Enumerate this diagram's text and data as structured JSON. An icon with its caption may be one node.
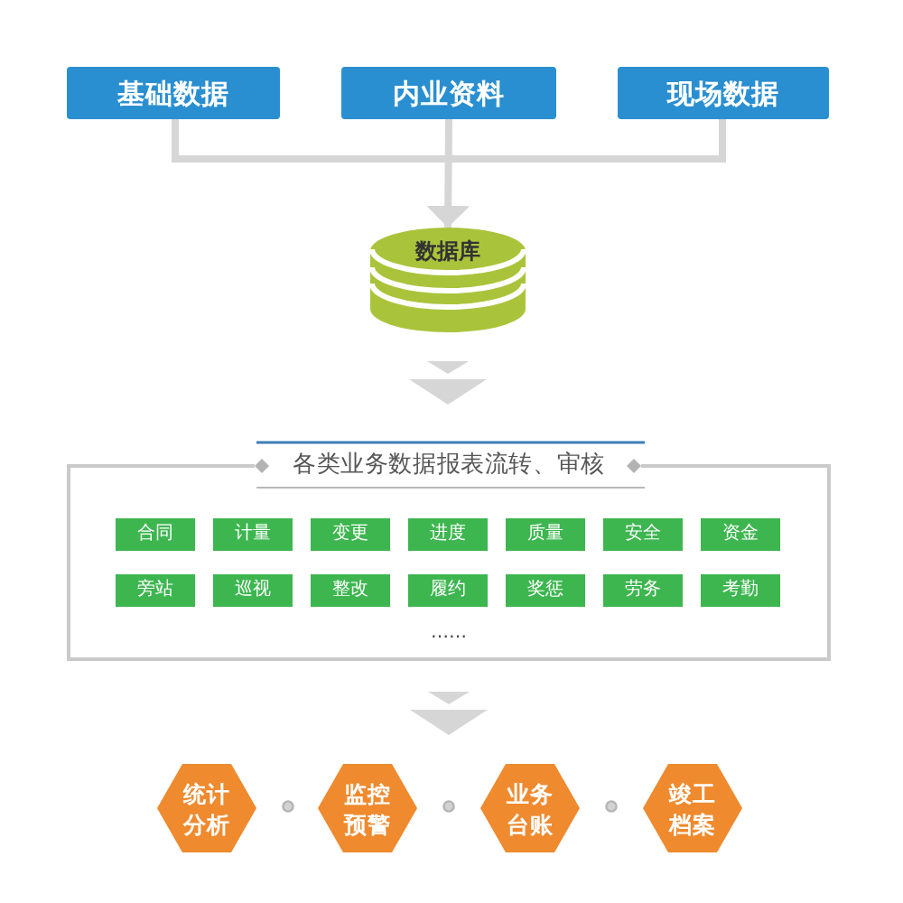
{
  "diagram": {
    "nodes": [
      {
        "text": [
          "基础数据"
        ]
      },
      {
        "text": [
          "内业资料"
        ]
      },
      {
        "text": [
          "现场数据"
        ]
      },
      {
        "text": [
          "数据库"
        ]
      },
      {
        "text": [
          "各类业务数据报表流转、审核",
          "……"
        ]
      },
      {
        "text": [
          "合同"
        ],
        "in": 4
      },
      {
        "text": [
          "计量"
        ],
        "in": 4
      },
      {
        "text": [
          "变更"
        ],
        "in": 4
      },
      {
        "text": [
          "进度"
        ],
        "in": 4
      },
      {
        "text": [
          "质量"
        ],
        "in": 4
      },
      {
        "text": [
          "安全"
        ],
        "in": 4
      },
      {
        "text": [
          "资金"
        ],
        "in": 4
      },
      {
        "text": [
          "旁站"
        ],
        "in": 4
      },
      {
        "text": [
          "巡视"
        ],
        "in": 4
      },
      {
        "text": [
          "整改"
        ],
        "in": 4
      },
      {
        "text": [
          "履约"
        ],
        "in": 4
      },
      {
        "text": [
          "奖惩"
        ],
        "in": 4
      },
      {
        "text": [
          "劳务"
        ],
        "in": 4
      },
      {
        "text": [
          "考勤"
        ],
        "in": 4
      },
      {
        "text": [
          "统计分析"
        ]
      },
      {
        "text": [
          "监控预警"
        ]
      },
      {
        "text": [
          "业务台账"
        ]
      },
      {
        "text": [
          "竣工档案"
        ]
      }
    ],
    "edges": [
      {
        "from": 0,
        "to": 3,
        "arrow": "to"
      },
      {
        "from": 1,
        "to": 3,
        "arrow": "to"
      },
      {
        "from": 2,
        "to": 3,
        "arrow": "to"
      },
      {
        "from": 3,
        "to": 4,
        "arrow": "to"
      },
      {
        "from": 4,
        "to": null,
        "arrow": "to"
      }
    ]
  }
}
